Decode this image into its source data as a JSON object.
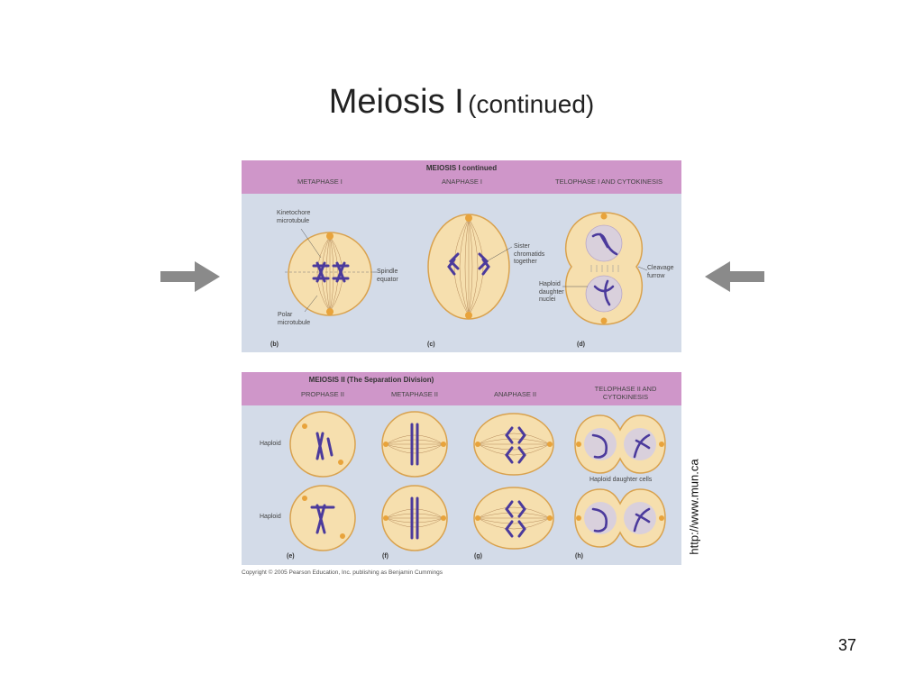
{
  "slide": {
    "title_main": "Meiosis I",
    "title_sub": "(continued)",
    "source": "http://www.mun.ca",
    "page_number": "37",
    "copyright": "Copyright © 2005 Pearson Education, Inc. publishing as Benjamin Cummings"
  },
  "meiosis1": {
    "title": "MEIOSIS I continued",
    "stages": [
      "METAPHASE I",
      "ANAPHASE I",
      "TELOPHASE I AND CYTOKINESIS"
    ],
    "labels": {
      "kinetochore": "Kinetochore microtubule",
      "spindle": "Spindle equator",
      "polar": "Polar microtubule",
      "sister": "Sister chromatids together",
      "haploid_nuclei": "Haploid daughter nuclei",
      "cleavage": "Cleavage furrow"
    },
    "letters": [
      "(b)",
      "(c)",
      "(d)"
    ]
  },
  "meiosis2": {
    "title": "MEIOSIS II (The Separation Division)",
    "stages": [
      "PROPHASE II",
      "METAPHASE II",
      "ANAPHASE II",
      "TELOPHASE II AND CYTOKINESIS"
    ],
    "row_labels": [
      "Haploid",
      "Haploid"
    ],
    "haploid_cells": "Haploid daughter cells",
    "letters": [
      "(e)",
      "(f)",
      "(g)",
      "(h)"
    ]
  },
  "colors": {
    "header_bg": "#cf96c9",
    "panel_bg": "#d3dbe8",
    "cell_fill": "#f6dfae",
    "cell_stroke": "#d9a24e",
    "chromosome": "#4b3a9c",
    "arrow": "#8a8a8a"
  }
}
